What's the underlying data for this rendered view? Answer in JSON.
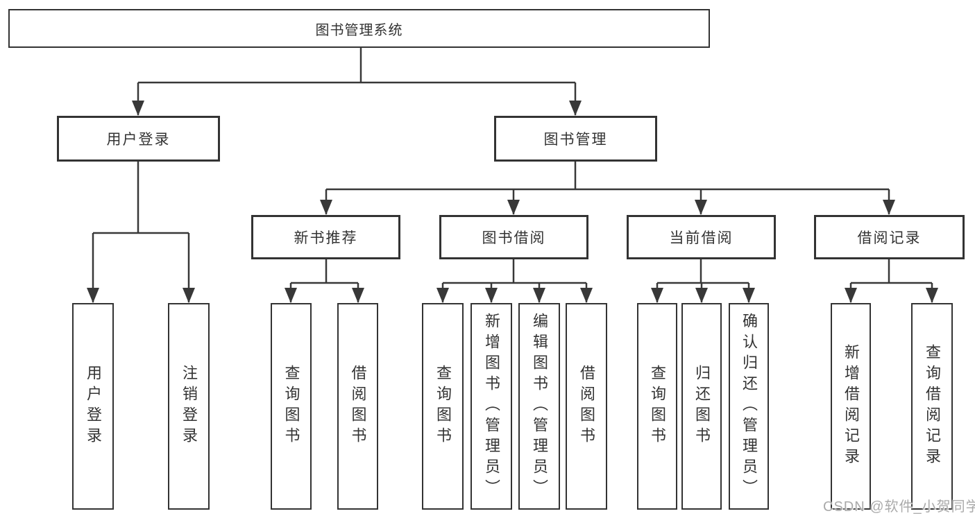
{
  "tree": {
    "root": "图书管理系统",
    "children": [
      {
        "label": "用户登录",
        "children": [
          {
            "label": "用户登录"
          },
          {
            "label": "注销登录"
          }
        ]
      },
      {
        "label": "图书管理",
        "children": [
          {
            "label": "新书推荐",
            "children": [
              {
                "label": "查询图书"
              },
              {
                "label": "借阅图书"
              }
            ]
          },
          {
            "label": "图书借阅",
            "children": [
              {
                "label": "查询图书"
              },
              {
                "label": "新增图书（管理员）"
              },
              {
                "label": "编辑图书（管理员）"
              },
              {
                "label": "借阅图书"
              }
            ]
          },
          {
            "label": "当前借阅",
            "children": [
              {
                "label": "查询图书"
              },
              {
                "label": "归还图书"
              },
              {
                "label": "确认归还（管理员）"
              }
            ]
          },
          {
            "label": "借阅记录",
            "children": [
              {
                "label": "新增借阅记录"
              },
              {
                "label": "查询借阅记录"
              }
            ]
          }
        ]
      }
    ]
  },
  "watermark": "CSDN @软件_小贺同学",
  "colors": {
    "line": "#383838",
    "box_border": "#333333",
    "text": "#333333",
    "background": "#ffffff",
    "watermark": "#aaaaaa"
  }
}
